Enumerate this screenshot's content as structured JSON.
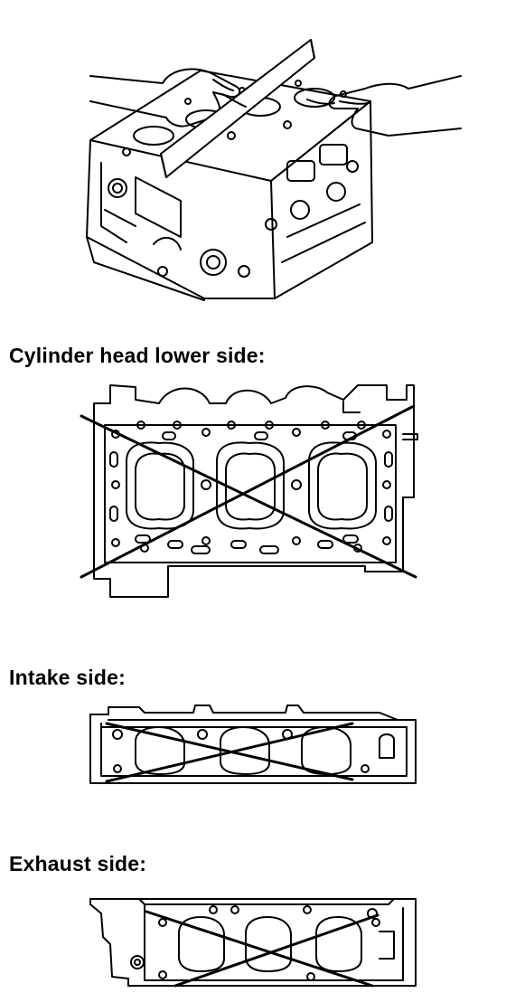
{
  "labels": {
    "lower_side": "Cylinder head lower side:",
    "intake_side": "Intake side:",
    "exhaust_side": "Exhaust side:"
  }
}
